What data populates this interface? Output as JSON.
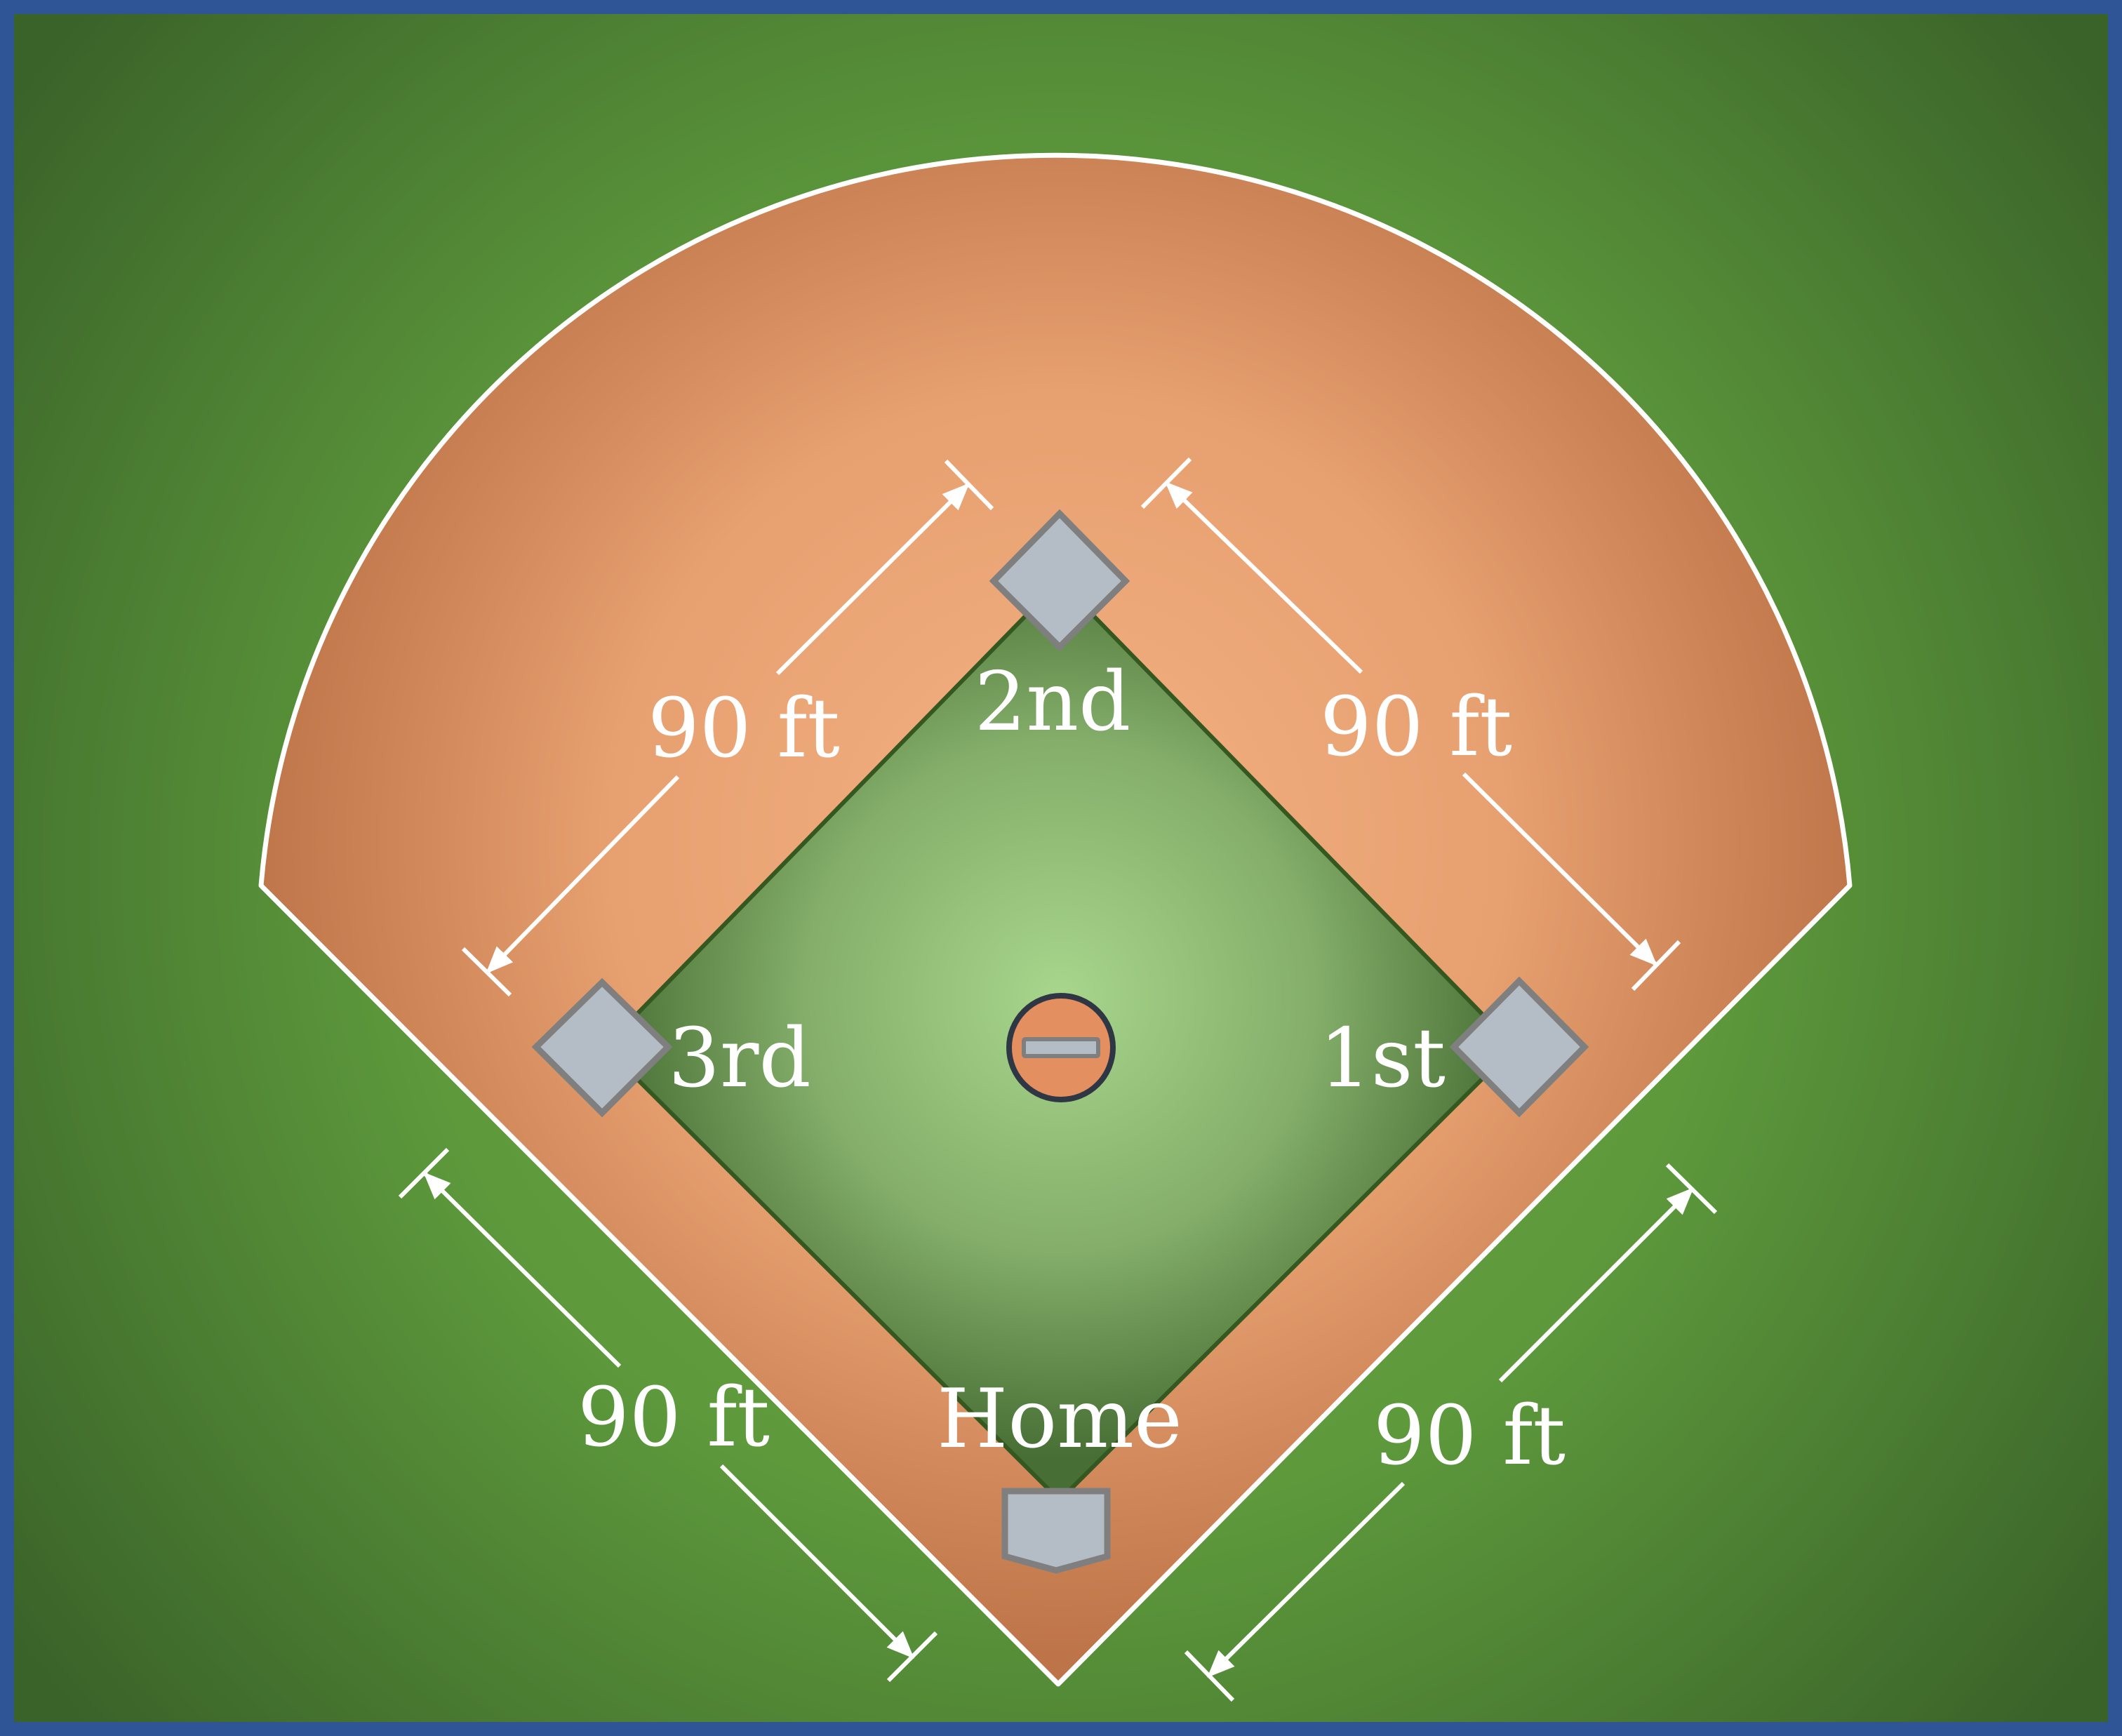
{
  "labels": {
    "second": "2nd",
    "first": "1st",
    "third": "3rd",
    "home": "Home"
  },
  "dimensions": {
    "upper_left": "90 ft",
    "upper_right": "90 ft",
    "lower_left": "90 ft",
    "lower_right": "90 ft"
  },
  "colors": {
    "border": "#2f5597",
    "grass_outer": "#3f6a2c",
    "grass_light": "#5e9a3c",
    "dirt_light": "#f0ab7e",
    "dirt_dark": "#bd7448",
    "infield_center": "#a5d48a",
    "infield_edge": "#3a6129",
    "base_fill": "#b4bcc6",
    "base_stroke": "#7f7f7f",
    "mound_fill": "#e38f5f",
    "mound_stroke": "#2f3644",
    "line": "#ffffff"
  }
}
